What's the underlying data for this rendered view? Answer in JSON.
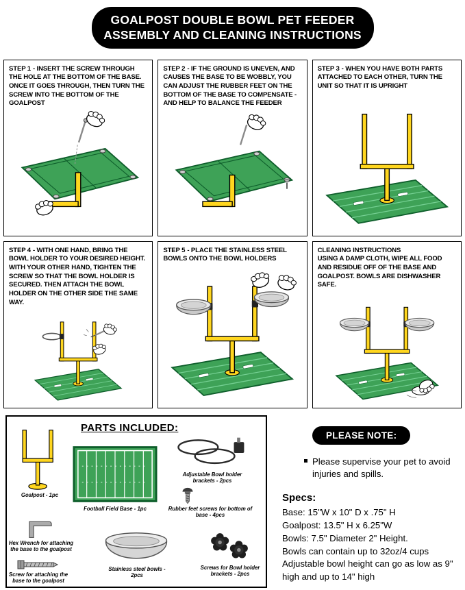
{
  "title": {
    "line1": "GOALPOST DOUBLE BOWL PET FEEDER",
    "line2": "ASSEMBLY AND CLEANING INSTRUCTIONS"
  },
  "colors": {
    "banner_black": "#000000",
    "field_green": "#3EA257",
    "field_line_green": "#0E5E2B",
    "goalpost_yellow": "#FFD61F",
    "steel_gray": "#D6D6D6"
  },
  "steps": [
    {
      "label": "STEP 1",
      "text": "- INSERT THE SCREW THROUGH THE HOLE AT THE BOTTOM OF THE BASE. ONCE IT GOES THROUGH, THEN TURN THE SCREW INTO THE BOTTOM OF THE GOALPOST",
      "illustration": "hands-attaching-goalpost-to-base-underside"
    },
    {
      "label": "STEP 2",
      "text": "- IF THE GROUND IS UNEVEN, AND CAUSES THE BASE TO BE WOBBLY, YOU CAN ADJUST THE RUBBER FEET ON THE BOTTOM OF THE BASE TO COMPENSATE - AND HELP TO BALANCE THE FEEDER",
      "illustration": "hand-adjusting-rubber-feet-under-base"
    },
    {
      "label": "STEP 3",
      "text": "- WHEN YOU HAVE BOTH PARTS ATTACHED TO EACH OTHER, TURN THE UNIT SO THAT IT IS UPRIGHT",
      "illustration": "upright-goalpost-on-field-base"
    },
    {
      "label": "STEP 4",
      "text": "- WITH ONE HAND, BRING THE BOWL HOLDER TO YOUR DESIRED HEIGHT. WITH YOUR OTHER HAND, TIGHTEN THE SCREW SO THAT THE BOWL HOLDER IS SECURED. THEN ATTACH THE BOWL HOLDER ON THE OTHER SIDE THE SAME WAY.",
      "illustration": "hands-tightening-bowl-holder-bracket"
    },
    {
      "label": "STEP 5",
      "text": "- PLACE THE STAINLESS STEEL BOWLS ONTO THE BOWL HOLDERS",
      "illustration": "hands-placing-bowls-on-holders"
    },
    {
      "label": "CLEANING INSTRUCTIONS",
      "text": "USING A DAMP CLOTH, WIPE ALL FOOD AND RESIDUE OFF OF THE BASE AND GOALPOST. BOWLS ARE DISHWASHER SAFE.",
      "illustration": "hand-wiping-base-with-cloth"
    }
  ],
  "parts": {
    "header": "PARTS INCLUDED:",
    "items": [
      {
        "icon": "goalpost-part-icon",
        "label": "Goalpost - 1pc"
      },
      {
        "icon": "field-base-part-icon",
        "label": "Football Field Base - 1pc"
      },
      {
        "icon": "bowl-holder-brackets-icon",
        "label": "Adjustable Bowl holder brackets - 2pcs"
      },
      {
        "icon": "rubber-foot-screw-icon",
        "label": "Rubber feet screws for bottom of base - 4pcs"
      },
      {
        "icon": "hex-wrench-icon",
        "label": "Hex Wrench for attaching the base to the goalpost"
      },
      {
        "icon": "attachment-screw-icon",
        "label": "Screw for attaching the base to the goalpost"
      },
      {
        "icon": "stainless-bowl-icon",
        "label": "Stainless steel bowls - 2pcs"
      },
      {
        "icon": "bracket-knob-screws-icon",
        "label": "Screws for Bowl holder brackets - 2pcs"
      }
    ]
  },
  "note": {
    "badge": "PLEASE NOTE:",
    "bullet_text": "Please supervise your pet to avoid injuries and spills.",
    "specs_header": "Specs:",
    "specs": [
      "Base: 15\"W x 10\" D x .75\" H",
      "Goalpost: 13.5\" H x 6.25\"W",
      "Bowls: 7.5\" Diameter 2\" Height.",
      "Bowls can contain up to 32oz/4 cups",
      "Adjustable bowl height can go as low as 9\" high and up to 14\" high"
    ]
  }
}
